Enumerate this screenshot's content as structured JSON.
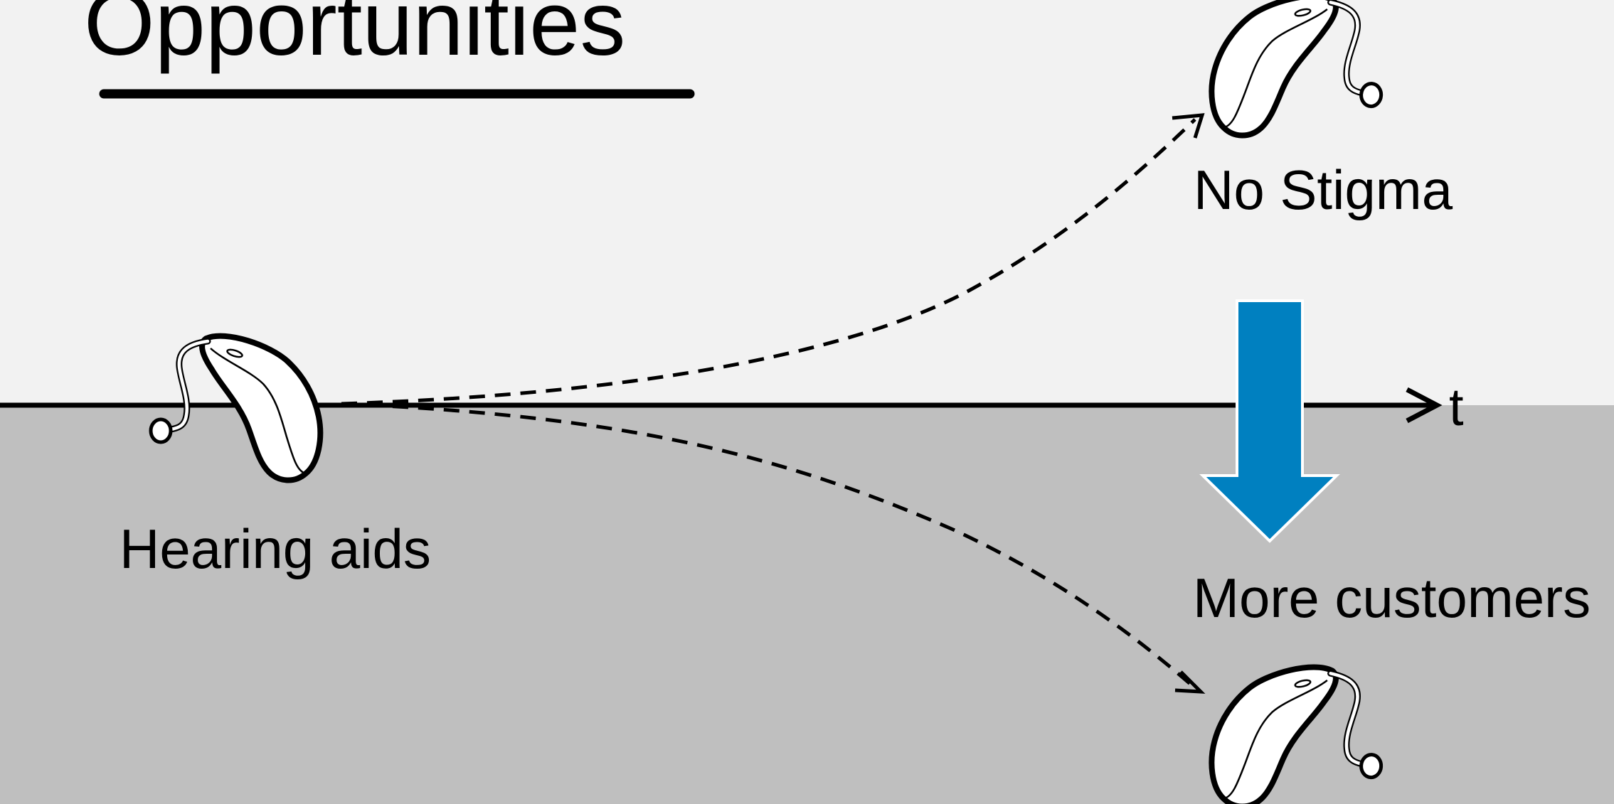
{
  "slide": {
    "title": "Opportunities",
    "axis_label": "t",
    "start_label": "Hearing aids",
    "upper_label": "No Stigma",
    "lower_label": "More customers"
  },
  "icons": {
    "device": "hearing-aid-icon",
    "transition": "down-arrow-icon"
  },
  "colors": {
    "upper_background": "#f2f2f2",
    "lower_background": "#bfbfbf",
    "arrow_fill": "#0080c0",
    "ink": "#000000"
  }
}
